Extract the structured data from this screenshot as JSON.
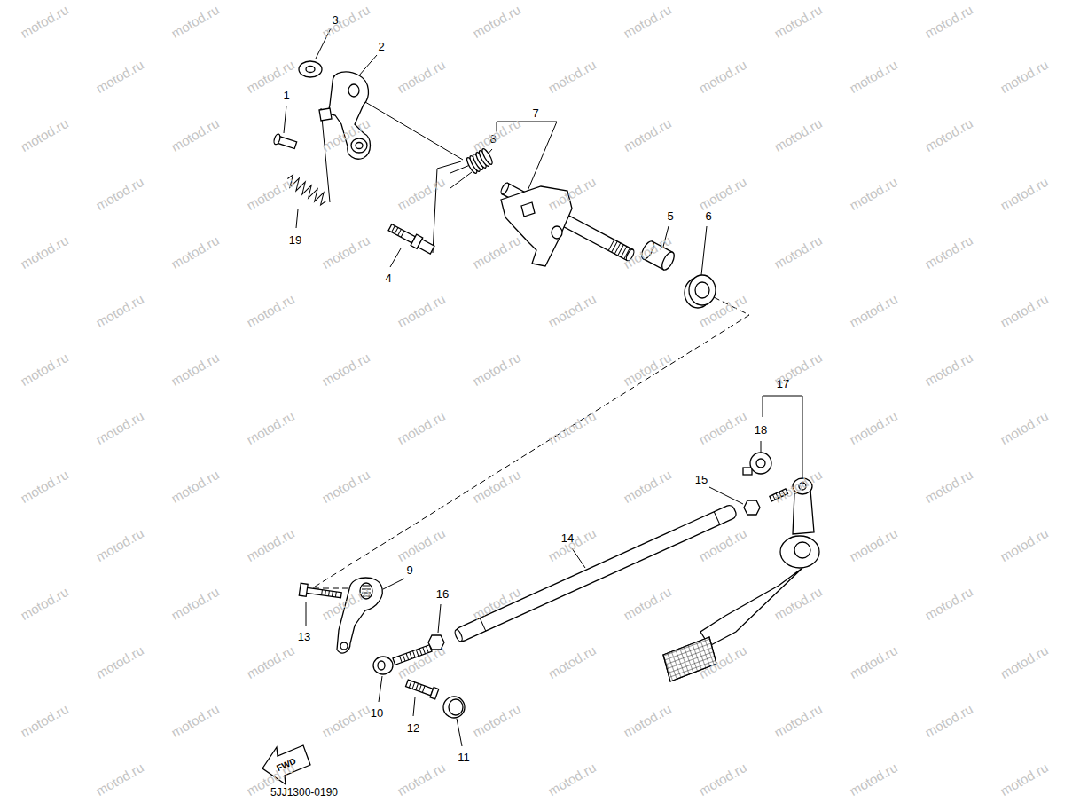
{
  "diagram": {
    "labels": [
      "1",
      "2",
      "3",
      "4",
      "5",
      "6",
      "7",
      "8",
      "9",
      "10",
      "11",
      "12",
      "13",
      "14",
      "15",
      "16",
      "17",
      "18",
      "19",
      "FWD",
      "5JJ1300-0190",
      "motod.ru",
      "motod.ru",
      "motod.ru",
      "motod.ru",
      "motod.ru",
      "motod.ru",
      "motod.ru",
      "motod.ru",
      "motod.ru",
      "motod.ru",
      "motod.ru",
      "motod.ru",
      "motod.ru",
      "motod.ru",
      "motod.ru",
      "motod.ru",
      "motod.ru",
      "motod.ru",
      "motod.ru",
      "motod.ru",
      "motod.ru",
      "motod.ru",
      "motod.ru",
      "motod.ru",
      "motod.ru",
      "motod.ru",
      "motod.ru",
      "motod.ru",
      "motod.ru",
      "motod.ru",
      "motod.ru",
      "motod.ru",
      "motod.ru",
      "motod.ru",
      "motod.ru",
      "motod.ru",
      "motod.ru",
      "motod.ru",
      "motod.ru",
      "motod.ru",
      "motod.ru",
      "motod.ru",
      "motod.ru",
      "motod.ru",
      "motod.ru",
      "motod.ru",
      "motod.ru",
      "motod.ru",
      "motod.ru",
      "motod.ru",
      "motod.ru",
      "motod.ru",
      "motod.ru",
      "motod.ru",
      "motod.ru",
      "motod.ru",
      "motod.ru",
      "motod.ru",
      "motod.ru",
      "motod.ru",
      "motod.ru",
      "motod.ru",
      "motod.ru",
      "motod.ru",
      "motod.ru",
      "motod.ru",
      "motod.ru",
      "motod.ru",
      "motod.ru",
      "motod.ru",
      "motod.ru",
      "motod.ru",
      "motod.ru",
      "motod.ru",
      "motod.ru",
      "motod.ru",
      "motod.ru",
      "motod.ru",
      "motod.ru",
      "motod.ru",
      "motod.ru",
      "motod.ru",
      "motod.ru",
      "motod.ru",
      "motod.ru",
      "motod.ru",
      "motod.ru",
      "motod.ru",
      "motod.ru",
      "motod.ru",
      "motod.ru",
      "motod.ru",
      "motod.ru",
      "motod.ru",
      "motod.ru",
      "motod.ru",
      "motod.ru",
      "motod.ru"
    ]
  }
}
